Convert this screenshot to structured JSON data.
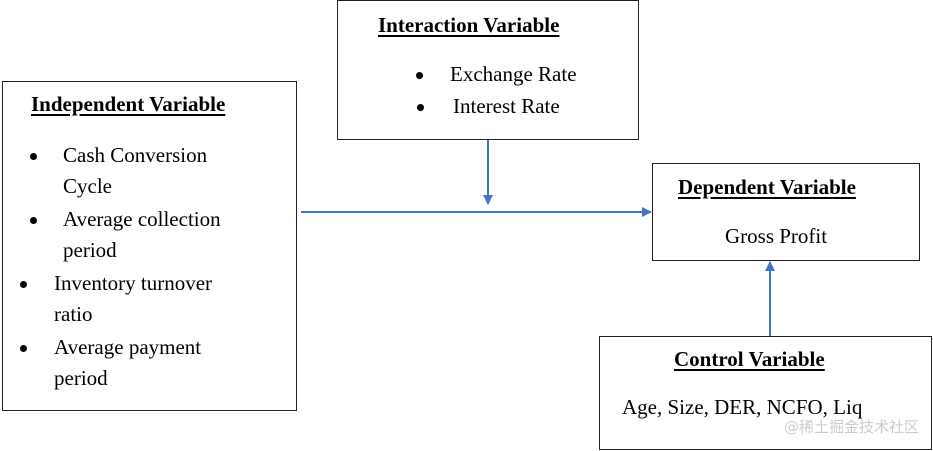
{
  "independent": {
    "title": "Independent Variable",
    "items": [
      {
        "line1": "Cash Conversion",
        "line2": "Cycle"
      },
      {
        "line1": "Average collection",
        "line2": "period"
      },
      {
        "line1": "Inventory turnover",
        "line2": "ratio"
      },
      {
        "line1": "Average payment",
        "line2": "period"
      }
    ]
  },
  "interaction": {
    "title": "Interaction Variable",
    "items": [
      "Exchange Rate",
      "Interest Rate"
    ]
  },
  "dependent": {
    "title": "Dependent Variable",
    "text": "Gross Profit"
  },
  "control": {
    "title": "Control Variable",
    "text": "Age, Size, DER, NCFO, Liq"
  },
  "watermark": "@稀土掘金技术社区",
  "colors": {
    "arrow": "#4472c4",
    "border": "#222222"
  }
}
